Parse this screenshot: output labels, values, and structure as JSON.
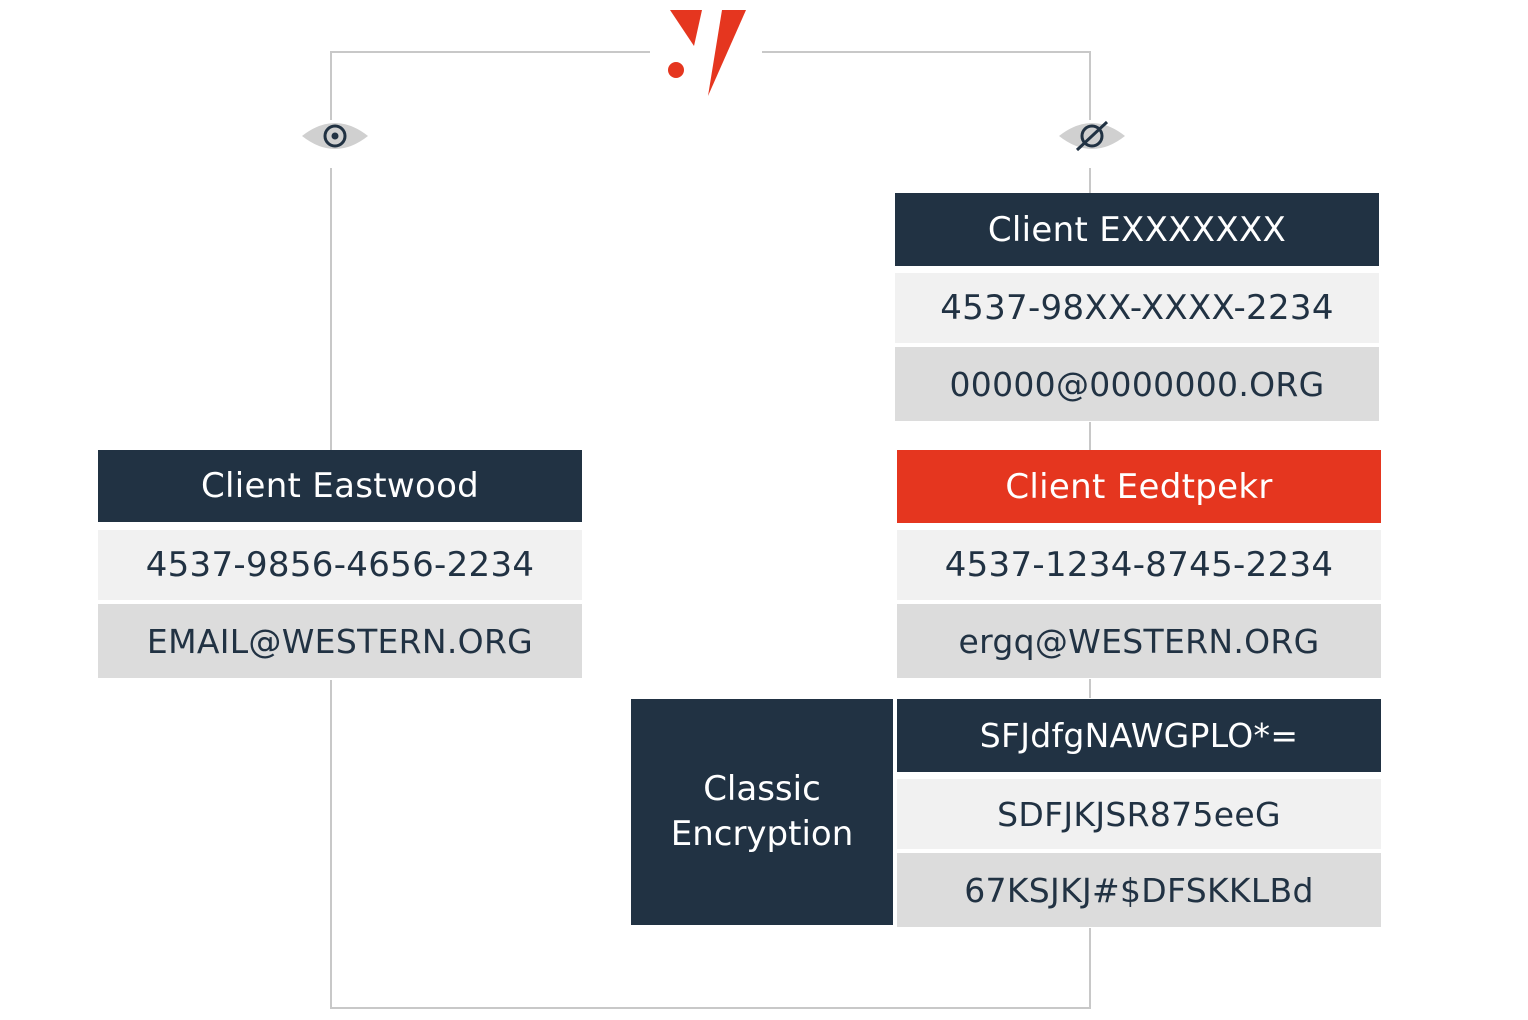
{
  "colors": {
    "navy": "#213243",
    "red": "#e5361f",
    "row_light": "#f1f1f1",
    "row_mid": "#dcdcdc",
    "eye_grey": "#d0d0d0",
    "connector": "#c8c8c8"
  },
  "icons": {
    "logo": "brand-logo",
    "visible": "eye-icon",
    "hidden": "eye-slash-icon"
  },
  "left_card": {
    "name": "Client Eastwood",
    "card_number": "4537-9856-4656-2234",
    "email": "EMAIL@WESTERN.ORG"
  },
  "masked_card": {
    "name": "Client EXXXXXXX",
    "card_number": "4537-98XX-XXXX-2234",
    "email": "00000@0000000.ORG"
  },
  "pseudonymized_card": {
    "name": "Client Eedtpekr",
    "card_number": "4537-1234-8745-2234",
    "email": "ergq@WESTERN.ORG"
  },
  "encryption": {
    "label_line1": "Classic",
    "label_line2": "Encryption",
    "name": "SFJdfgNAWGPLO*=",
    "card_number": "SDFJKJSR875eeG",
    "email": "67KSJKJ#$DFSKKLBd"
  }
}
